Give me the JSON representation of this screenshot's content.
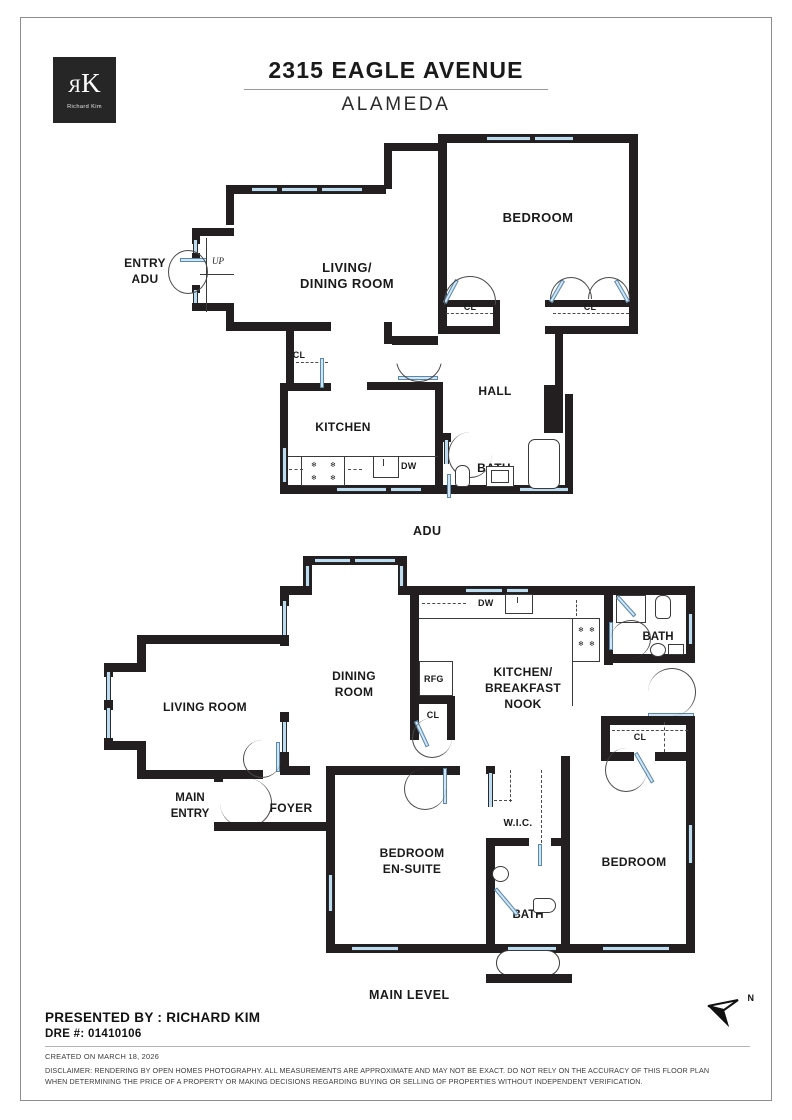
{
  "sheet": {
    "brand": {
      "monogram_left": "R",
      "monogram_right": "K",
      "name": "Richard Kim"
    },
    "title": "2315 EAGLE AVENUE",
    "subtitle": "ALAMEDA"
  },
  "footer": {
    "presented_by": "PRESENTED BY : RICHARD KIM",
    "dre": "DRE #: 01410106",
    "created_on": "CREATED ON MARCH 18, 2026",
    "disclaimer_line1": "DISCLAIMER: RENDERING BY OPEN HOMES PHOTOGRAPHY. ALL MEASUREMENTS ARE APPROXIMATE AND MAY NOT BE EXACT. DO NOT RELY ON THE ACCURACY OF THIS FLOOR PLAN",
    "disclaimer_line2": "WHEN DETERMINING THE PRICE OF A PROPERTY OR MAKING DECISIONS REGARDING BUYING OR SELLING OF PROPERTIES WITHOUT INDEPENDENT VERIFICATION.",
    "compass_label": "N"
  },
  "levels": [
    {
      "id": "adu",
      "caption": "ADU",
      "rooms": [
        {
          "key": "entry_adu",
          "label": "ENTRY\nADU",
          "label_l1": "ENTRY",
          "label_l2": "ADU"
        },
        {
          "key": "living_dining",
          "label": "LIVING/\nDINING ROOM",
          "label_l1": "LIVING/",
          "label_l2": "DINING ROOM"
        },
        {
          "key": "bedroom",
          "label": "BEDROOM"
        },
        {
          "key": "hall",
          "label": "HALL"
        },
        {
          "key": "kitchen",
          "label": "KITCHEN"
        },
        {
          "key": "bath",
          "label": "BATH"
        }
      ],
      "closets": [
        {
          "key": "cl_living",
          "label": "CL"
        },
        {
          "key": "cl_bed_left",
          "label": "CL"
        },
        {
          "key": "cl_bed_right",
          "label": "CL"
        }
      ],
      "annotations": [
        {
          "key": "stairs_up",
          "label": "UP"
        },
        {
          "key": "dishwasher",
          "label": "DW"
        }
      ]
    },
    {
      "id": "main",
      "caption": "MAIN LEVEL",
      "rooms": [
        {
          "key": "living_room",
          "label": "LIVING ROOM"
        },
        {
          "key": "dining_room",
          "label": "DINING\nROOM",
          "label_l1": "DINING",
          "label_l2": "ROOM"
        },
        {
          "key": "kitchen_nook",
          "label": "KITCHEN/\nBREAKFAST\nNOOK",
          "label_l1": "KITCHEN/",
          "label_l2": "BREAKFAST",
          "label_l3": "NOOK"
        },
        {
          "key": "main_entry",
          "label": "MAIN\nENTRY",
          "label_l1": "MAIN",
          "label_l2": "ENTRY"
        },
        {
          "key": "foyer",
          "label": "FOYER"
        },
        {
          "key": "bath_upper",
          "label": "BATH"
        },
        {
          "key": "bedroom_ensuite",
          "label": "BEDROOM\nEN-SUITE",
          "label_l1": "BEDROOM",
          "label_l2": "EN-SUITE"
        },
        {
          "key": "bedroom_right",
          "label": "BEDROOM"
        },
        {
          "key": "bath_lower",
          "label": "BATH"
        },
        {
          "key": "wic",
          "label": "W.I.C."
        }
      ],
      "closets": [
        {
          "key": "cl_kitchen",
          "label": "CL"
        },
        {
          "key": "cl_bedroom_right",
          "label": "CL"
        }
      ],
      "annotations": [
        {
          "key": "dishwasher",
          "label": "DW"
        },
        {
          "key": "refrigerator",
          "label": "RFG"
        }
      ]
    }
  ],
  "colors": {
    "wall": "#231f20",
    "window_glass": "#bcdcf2",
    "door_leaf": "#cfe6f7",
    "sheet_border": "#8d8d8d",
    "logo_bg": "#262626",
    "text": "#1a1a1a"
  }
}
